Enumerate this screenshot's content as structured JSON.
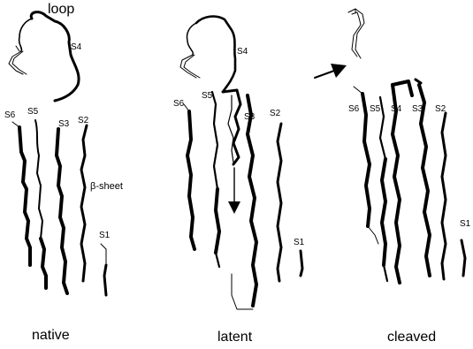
{
  "panels": [
    {
      "name": "native",
      "caption": "native",
      "labels": {
        "loop": "loop",
        "beta_sheet": "β-sheet",
        "s1": "S1",
        "s2": "S2",
        "s3": "S3",
        "s4": "S4",
        "s5": "S5",
        "s6": "S6"
      }
    },
    {
      "name": "latent",
      "caption": "latent",
      "labels": {
        "s1": "S1",
        "s2": "S2",
        "s3": "S3",
        "s4": "S4",
        "s5": "S5",
        "s6": "S6"
      }
    },
    {
      "name": "cleaved",
      "caption": "cleaved",
      "labels": {
        "s1": "S1",
        "s2": "S2",
        "s3": "S3",
        "s4": "S4",
        "s5": "S5",
        "s6": "S6"
      }
    }
  ],
  "colors": {
    "ink": "#000000",
    "background": "#ffffff"
  },
  "icons": [
    "down-arrow-icon",
    "diagonal-arrow-icon"
  ]
}
